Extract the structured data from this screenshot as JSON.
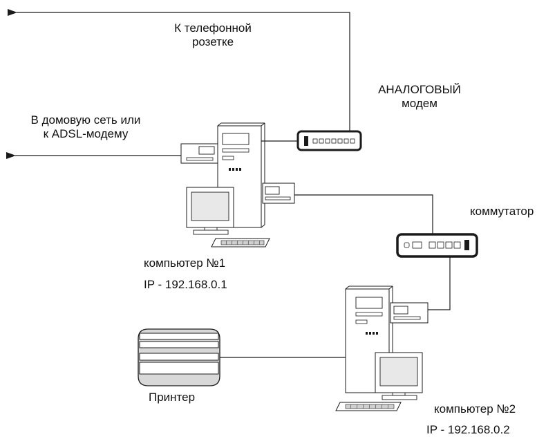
{
  "labels": {
    "phone_socket": [
      "К телефонной",
      "розетке"
    ],
    "analog_modem": [
      "АНАЛОГОВЫЙ",
      "модем"
    ],
    "home_network": [
      "В домовую сеть или",
      "к ADSL-модему"
    ],
    "switch": "коммутатор",
    "computer1_name": "компьютер №1",
    "computer1_ip": "IP - 192.168.0.1",
    "computer2_name": "компьютер №2",
    "computer2_ip": "IP - 192.168.0.2",
    "printer": "Принтер"
  },
  "colors": {
    "stroke": "#1a1a1a",
    "fill": "#ffffff",
    "screen": "#e8e8e8",
    "printer_fill": "#d8d8d8"
  },
  "icons": [
    "computer-icon",
    "monitor-icon",
    "keyboard-icon",
    "network-card-icon",
    "analog-modem-icon",
    "switch-icon",
    "printer-icon",
    "arrow-left-icon"
  ]
}
